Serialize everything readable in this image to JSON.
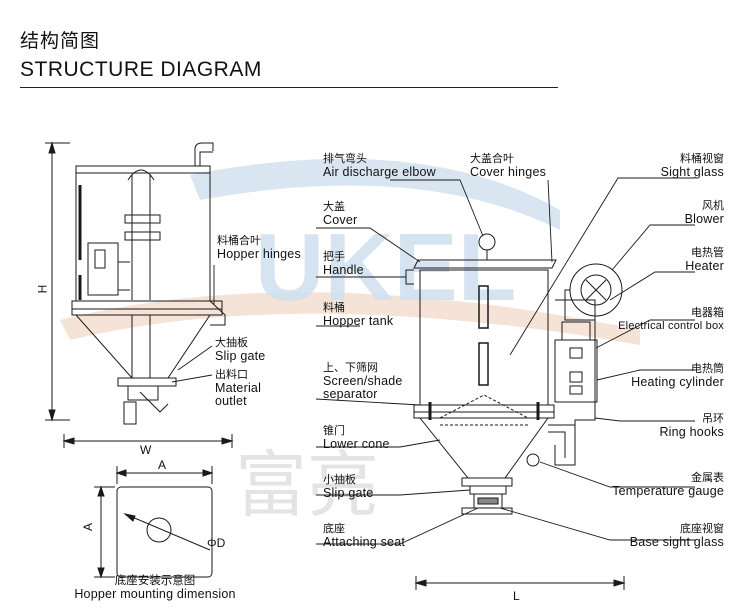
{
  "header": {
    "title_cn": "结构简图",
    "title_en": "STRUCTURE DIAGRAM"
  },
  "watermark": {
    "brand": "UKEL",
    "cn": "富亮"
  },
  "dimensions": {
    "height": "H",
    "width": "W",
    "length": "L",
    "side_a_top": "A",
    "side_a_left": "A",
    "diameter": "ΦD"
  },
  "mounting": {
    "cn": "底座安装示意图",
    "en": "Hopper mounting dimension"
  },
  "labels": {
    "hopper_hinges": {
      "cn": "料桶合叶",
      "en": "Hopper hinges"
    },
    "slip_gate_big": {
      "cn": "大抽板",
      "en": "Slip gate"
    },
    "material_outlet": {
      "cn": "出料口",
      "en": "Material",
      "en2": "outlet"
    },
    "air_discharge": {
      "cn": "排气弯头",
      "en": "Air discharge elbow"
    },
    "cover_hinges": {
      "cn": "大盖合叶",
      "en": "Cover hinges"
    },
    "cover": {
      "cn": "大盖",
      "en": "Cover"
    },
    "handle": {
      "cn": "把手",
      "en": "Handle"
    },
    "hopper_tank": {
      "cn": "料桶",
      "en": "Hopper tank"
    },
    "screen": {
      "cn": "上、下筛网",
      "en": "Screen/shade",
      "en2": "separator"
    },
    "lower_cone": {
      "cn": "锥门",
      "en": "Lower cone"
    },
    "slip_gate_small": {
      "cn": "小抽板",
      "en": "Slip gate"
    },
    "attaching_seat": {
      "cn": "底座",
      "en": "Attaching seat"
    },
    "sight_glass": {
      "cn": "料桶视窗",
      "en": "Sight glass"
    },
    "blower": {
      "cn": "风机",
      "en": "Blower"
    },
    "heater": {
      "cn": "电热管",
      "en": "Heater"
    },
    "control_box": {
      "cn": "电器箱",
      "en": "Electrical control box"
    },
    "heating_cyl": {
      "cn": "电热筒",
      "en": "Heating cylinder"
    },
    "ring_hooks": {
      "cn": "吊环",
      "en": "Ring hooks"
    },
    "temp_gauge": {
      "cn": "金属表",
      "en": "Temperature gauge"
    },
    "base_sight": {
      "cn": "底座视窗",
      "en": "Base sight glass"
    }
  },
  "colors": {
    "line": "#1a1a1a",
    "watermark_blue": "#cfe0ef",
    "watermark_red": "#f3d9c9",
    "watermark_grey": "#e4e4e4"
  }
}
